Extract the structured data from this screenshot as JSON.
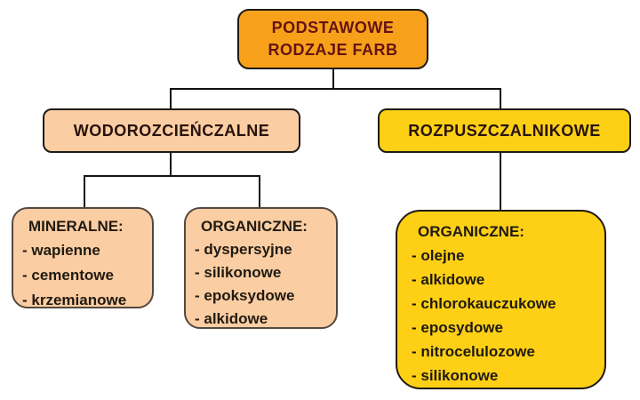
{
  "root": {
    "lines": [
      "PODSTAWOWE",
      "RODZAJE FARB"
    ]
  },
  "branches": [
    {
      "label": "WODOROZCIEŃCZALNE"
    },
    {
      "label": "ROZPUSZCZALNIKOWE"
    }
  ],
  "leaves": [
    {
      "heading": "MINERALNE:",
      "items": [
        "- wapienne",
        "- cementowe",
        "- krzemianowe"
      ]
    },
    {
      "heading": "ORGANICZNE:",
      "items": [
        "- dyspersyjne",
        "- silikonowe",
        "- epoksydowe",
        "- alkidowe"
      ]
    },
    {
      "heading": "ORGANICZNE:",
      "items": [
        "- olejne",
        "- alkidowe",
        "- chlorokauczukowe",
        "- eposydowe",
        "- nitrocelulozowe",
        "- silikonowe"
      ]
    }
  ],
  "colors": {
    "root_fill": "#f7a11a",
    "peach_fill": "#fbcda2",
    "yellow_fill": "#fdd015",
    "line": "#111111",
    "border_dark": "#1f1a14",
    "border_leaf": "#55493f",
    "text_root": "#641313",
    "text_branch": "#27130e",
    "text_dark": "#201a12"
  }
}
